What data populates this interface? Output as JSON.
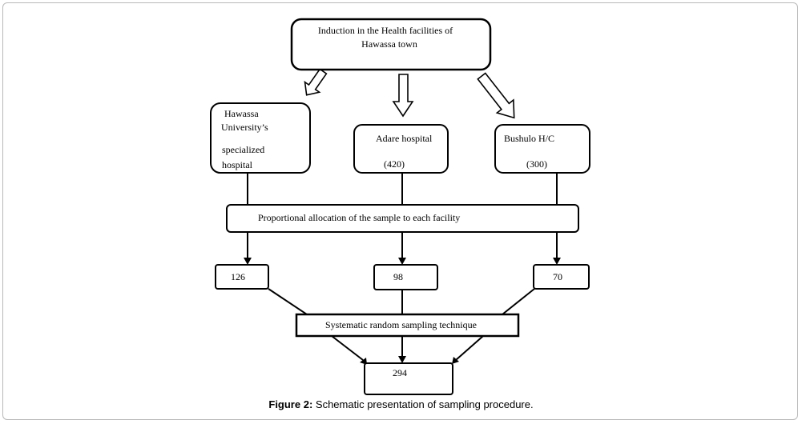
{
  "nodes": {
    "top": {
      "lines": [
        "Induction in the Health facilities of",
        "Hawassa town"
      ]
    },
    "facility_1": {
      "lines": [
        "Hawassa",
        "University’s",
        "specialized",
        "hospital"
      ]
    },
    "facility_2": {
      "name": "Adare hospital",
      "count": "(420)"
    },
    "facility_3": {
      "name": "Bushulo H/C",
      "count": "(300)"
    },
    "allocation": {
      "label": "Proportional allocation of the sample to each facility"
    },
    "sample_1": {
      "value": "126"
    },
    "sample_2": {
      "value": "98"
    },
    "sample_3": {
      "value": "70"
    },
    "technique": {
      "label": "Systematic random sampling technique"
    },
    "total": {
      "value": "294"
    }
  },
  "caption": {
    "label": "Figure 2:",
    "text": " Schematic presentation of sampling procedure."
  }
}
